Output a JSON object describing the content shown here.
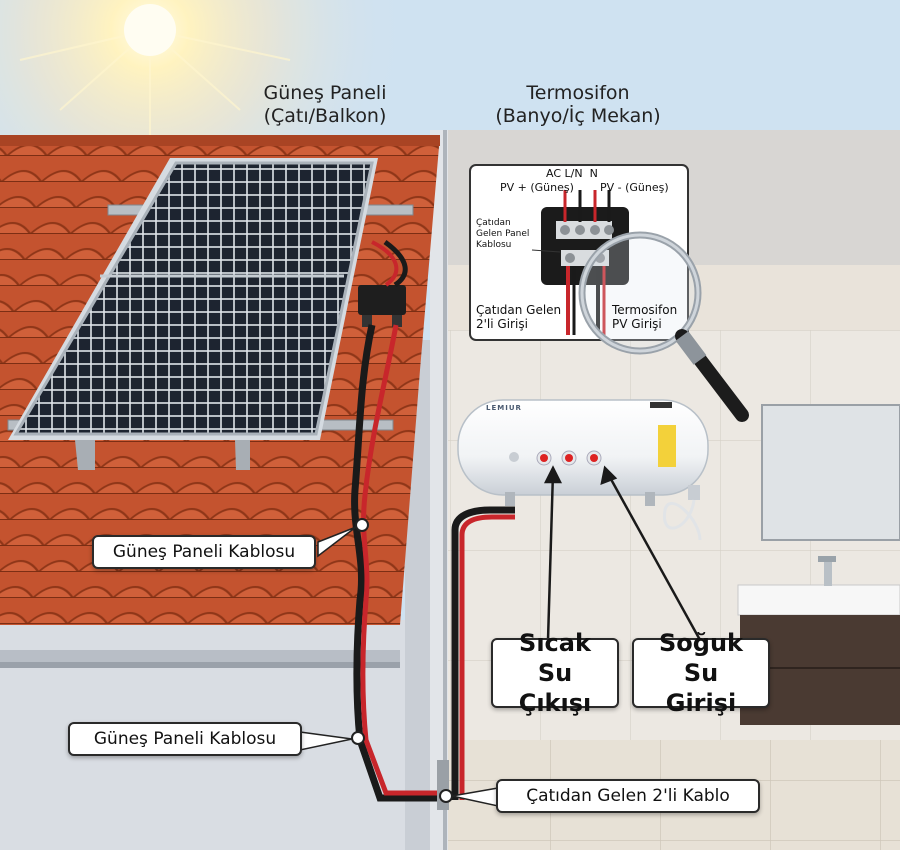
{
  "headers": {
    "panel_title": "Güneş Paneli",
    "panel_subtitle": "(Çatı/Balkon)",
    "heater_title": "Termosifon",
    "heater_subtitle": "(Banyo/İç Mekan)"
  },
  "zoom_inset": {
    "top_label": "AC L/N  N",
    "pv_plus": "PV + (Güneş)",
    "pv_minus": "PV - (Güneş)",
    "side_line1": "Çatıdan",
    "side_line2": "Gelen Panel",
    "side_line3": "Kablosu",
    "bottom_left_line1": "Çatıdan Gelen",
    "bottom_left_line2": "2'li Girişi",
    "bottom_right_line1": "Termosifon",
    "bottom_right_line2": "PV Girişi"
  },
  "heater_brand": "LEMIUR",
  "callouts": {
    "panel_cable_upper": "Güneş Paneli Kablosu",
    "panel_cable_lower": "Güneş Paneli Kablosu",
    "roof_cable": "Çatıdan Gelen 2'li Kablo",
    "hot_out_line1": "Sıcak Su",
    "hot_out_line2": "Çıkışı",
    "cold_in_line1": "Soğuk Su",
    "cold_in_line2": "Girişi"
  },
  "colors": {
    "sky": "#cfe2f1",
    "roof_tile": "#c4532f",
    "panel_cell": "#1d2430",
    "wall_exterior": "#d9dde3",
    "bathroom_wall": "#eae6df",
    "cable_red": "#c8262b",
    "cable_black": "#1a1a1a"
  }
}
